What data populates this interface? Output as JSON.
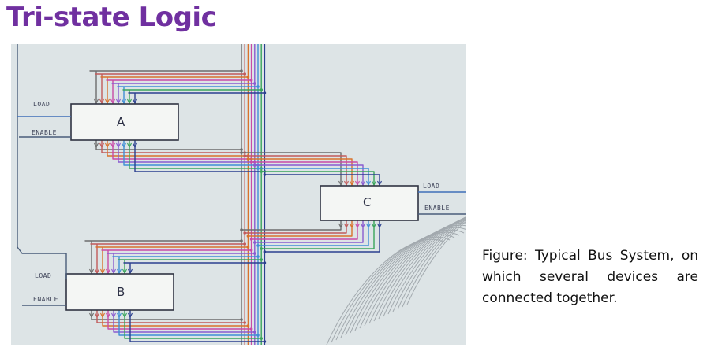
{
  "slide": {
    "title": "Tri-state Logic",
    "caption": "Figure: Typical Bus System, on which several devices are connected together."
  },
  "figure": {
    "blocks": [
      {
        "id": "a",
        "label": "A",
        "load_label": "LOAD",
        "enable_label": "ENABLE"
      },
      {
        "id": "b",
        "label": "B",
        "load_label": "LOAD",
        "enable_label": "ENABLE"
      },
      {
        "id": "c",
        "label": "C",
        "load_label": "LOAD",
        "enable_label": "ENABLE"
      }
    ],
    "wire_colors": [
      "#6d6d6d",
      "#c25a5a",
      "#d9722b",
      "#c94aa6",
      "#8a5bd0",
      "#3f8fd6",
      "#3aa55b",
      "#2b3f8f"
    ]
  }
}
